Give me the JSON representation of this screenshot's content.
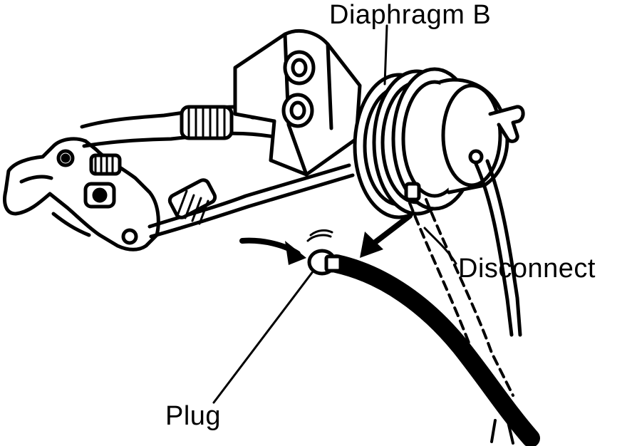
{
  "labels": {
    "diaphragm": "Diaphragm B",
    "disconnect": "Disconnect",
    "plug": "Plug"
  },
  "colors": {
    "ink": "#000000",
    "paper": "#ffffff"
  }
}
